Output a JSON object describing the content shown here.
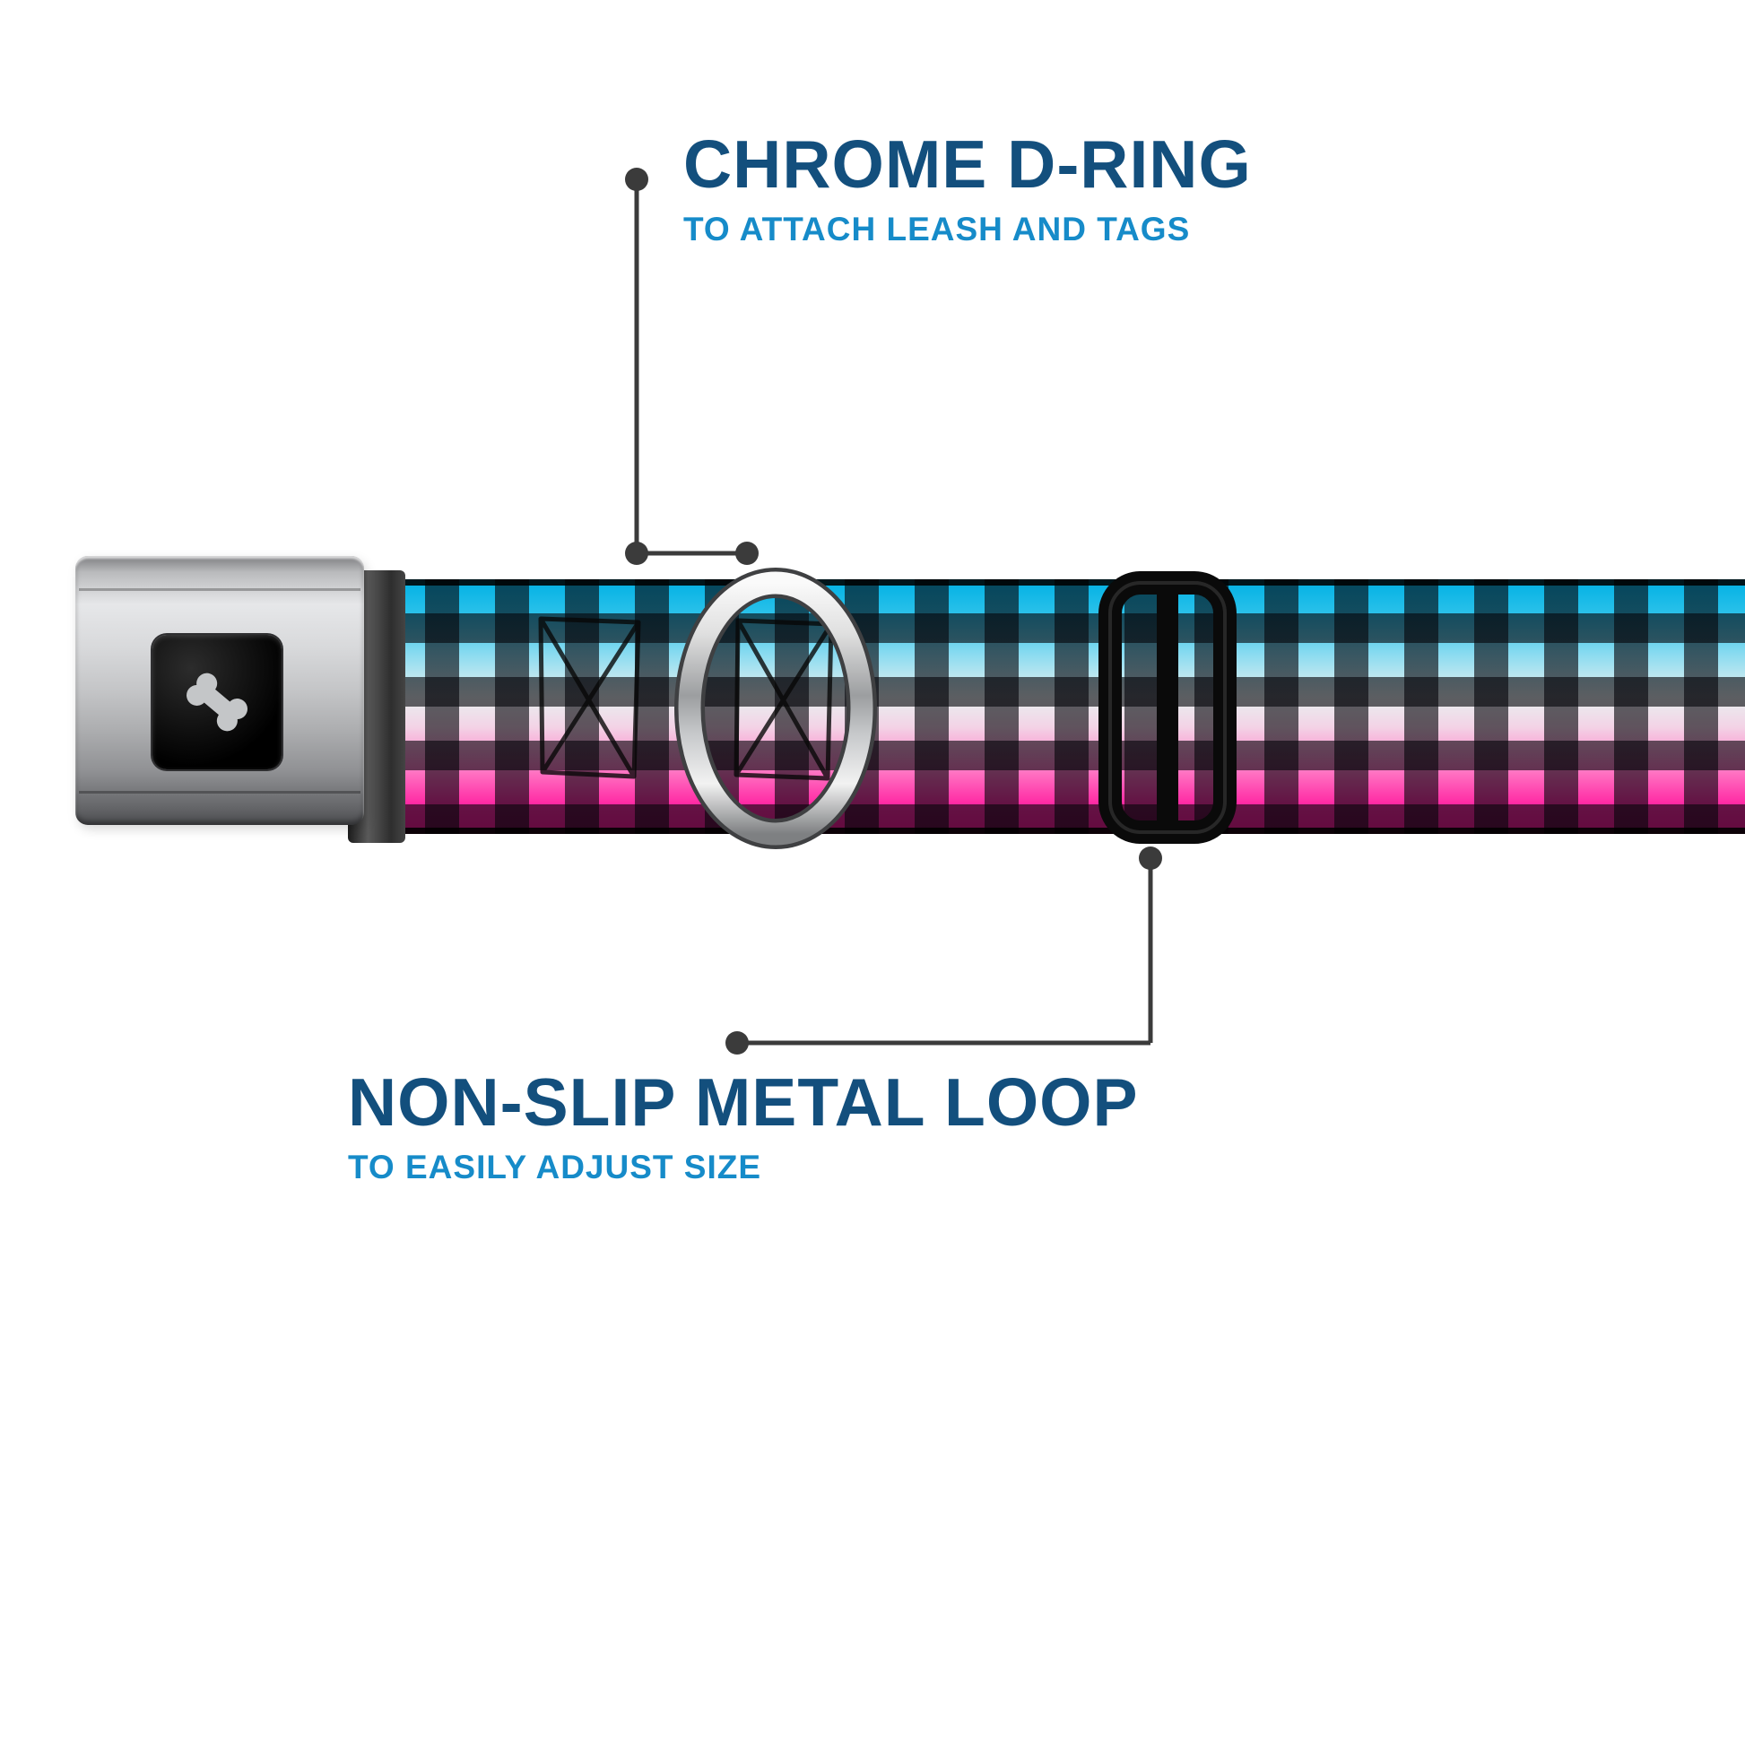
{
  "page": {
    "background": "#ffffff"
  },
  "callouts": {
    "d_ring": {
      "title": "CHROME D-RING",
      "subtitle": "TO ATTACH LEASH AND TAGS"
    },
    "metal_loop": {
      "title": "NON-SLIP METAL LOOP",
      "subtitle": "TO EASILY ADJUST SIZE"
    }
  },
  "product": {
    "buckle_icon": "dog-bone",
    "parts": [
      "seatbelt-buckle",
      "gingham-webbing",
      "chrome-d-ring",
      "metal-loop-slider"
    ]
  },
  "colors": {
    "title_blue": "#134f7d",
    "sub_blue": "#168bc9",
    "callout_line": "#3b3b3b",
    "collar_blue": "#00b0e4",
    "collar_pink": "#ff1493",
    "pattern_black": "#0a0a0a",
    "chrome_silver": "#c8c9cb",
    "buckle_gray": "#b9babc"
  }
}
